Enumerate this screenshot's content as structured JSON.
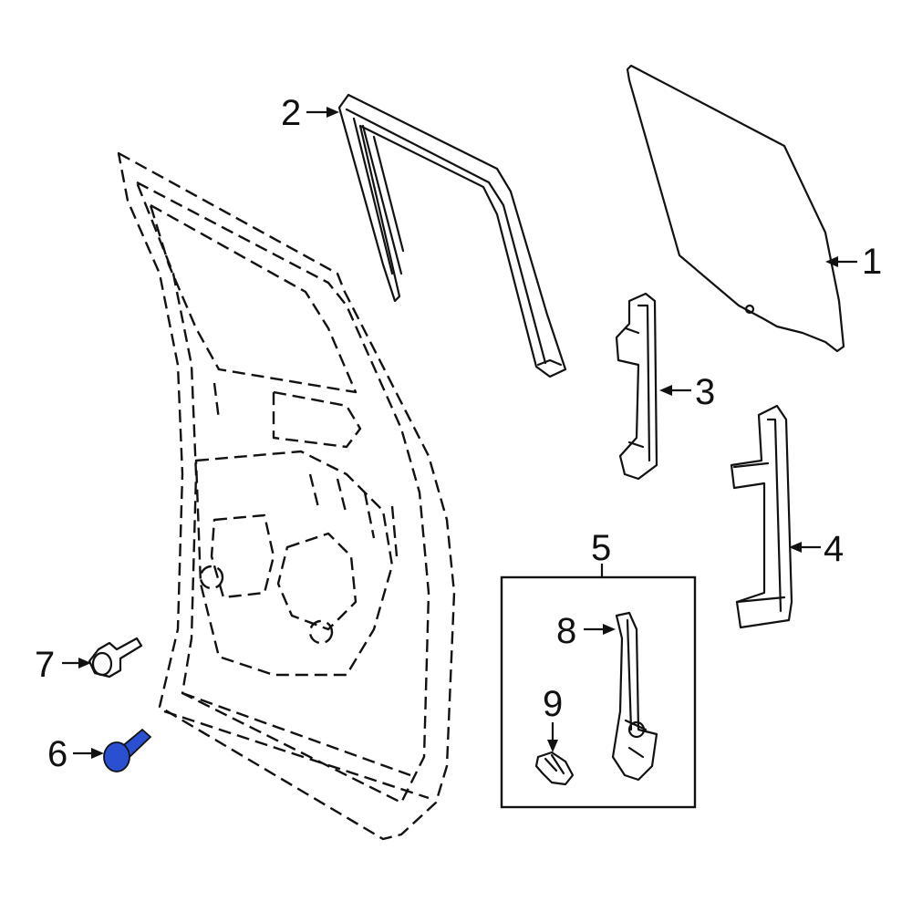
{
  "diagram": {
    "callouts": {
      "c1": "1",
      "c2": "2",
      "c3": "3",
      "c4": "4",
      "c5": "5",
      "c6": "6",
      "c7": "7",
      "c8": "8",
      "c9": "9"
    },
    "highlight_color": "#2a4fd1",
    "line_color": "#111111"
  }
}
